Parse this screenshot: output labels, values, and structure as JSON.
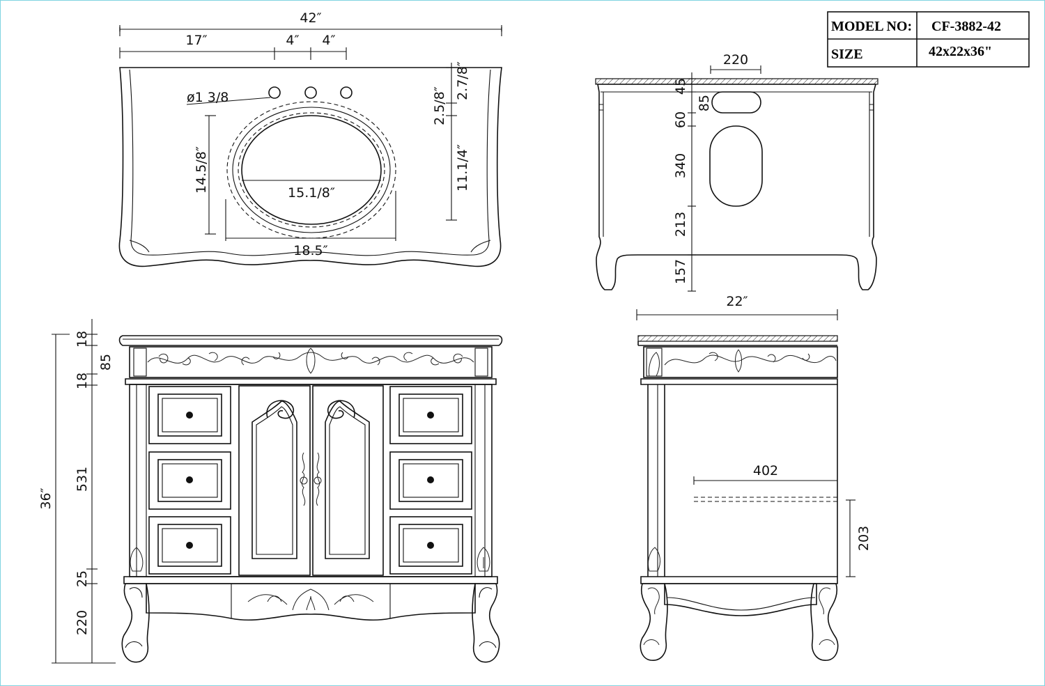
{
  "title_block": {
    "model_label": "MODEL NO:",
    "model_value": "CF-3882-42",
    "size_label": "SIZE",
    "size_value": "42x22x36\""
  },
  "top_view": {
    "overall_width": "42″",
    "dim_17": "17″",
    "dim_4a": "4″",
    "dim_4b": "4″",
    "faucet_hole": "ø1 3/8",
    "basin_depth": "14.5/8″",
    "basin_inner_width": "15.1/8″",
    "basin_outer_width": "18.5″",
    "edge_27_8": "2.7/8″",
    "edge_25_8": "2.5/8″",
    "depth_111_4": "11.1/4″"
  },
  "back_view": {
    "hole_width": "220",
    "dim_45": "45",
    "dim_85": "85",
    "dim_60": "60",
    "dim_340": "340",
    "dim_213": "213",
    "dim_157": "157"
  },
  "front_view": {
    "total_height": "36″",
    "dim_18_top": "18",
    "dim_85": "85",
    "dim_18_mid": "18",
    "dim_531": "531",
    "dim_25": "25",
    "dim_220": "220"
  },
  "side_view": {
    "depth": "22″",
    "shelf_depth": "402",
    "shelf_height": "203"
  },
  "colors": {
    "line": "#111111",
    "frame_border": "#7fd3e0"
  }
}
